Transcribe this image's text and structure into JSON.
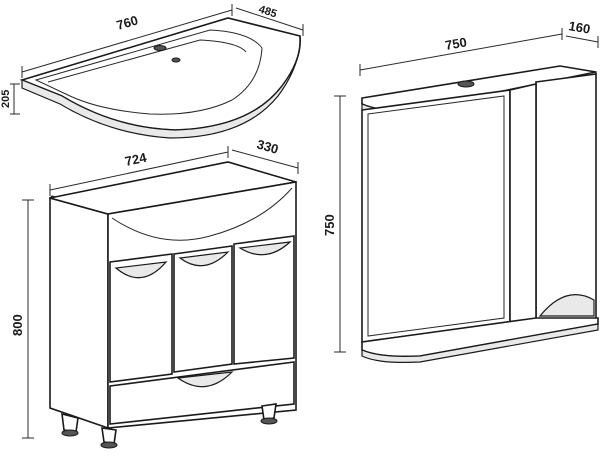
{
  "sink": {
    "width_label": "760",
    "depth_label": "485",
    "height_label": "205"
  },
  "cabinet": {
    "width_label": "724",
    "depth_label": "330",
    "height_label": "800"
  },
  "mirror": {
    "width_label": "750",
    "depth_label": "160",
    "height_label": "750"
  },
  "colors": {
    "line": "#1a1a1a",
    "shade": "#e9e9e9"
  }
}
